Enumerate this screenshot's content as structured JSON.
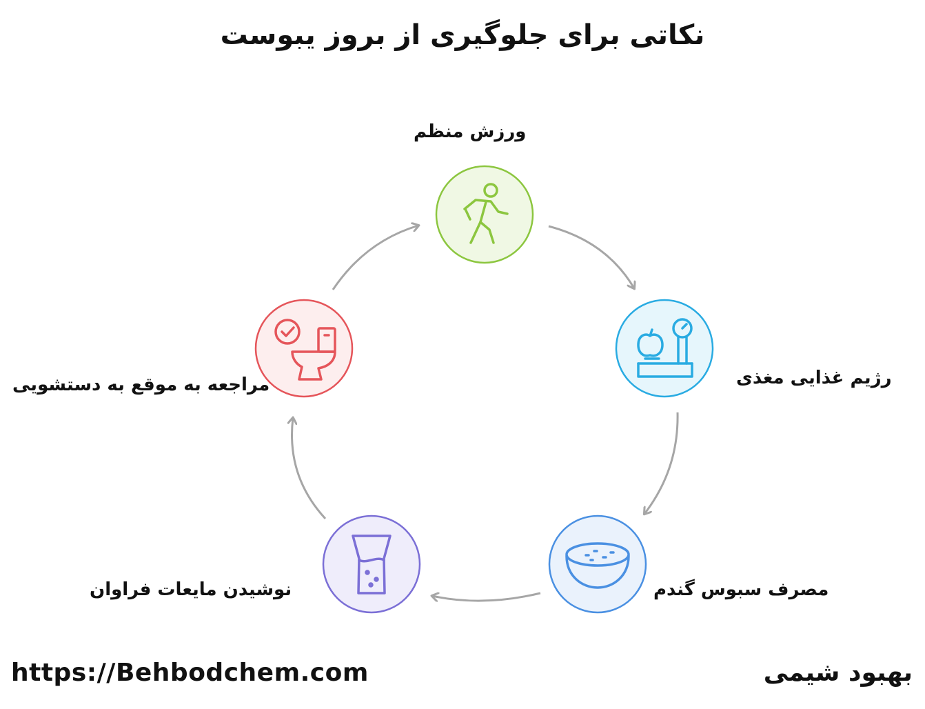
{
  "title": "نکاتی برای جلوگیری از بروز یبوست",
  "nodes": [
    {
      "label": "ورزش منظم",
      "icon": "walking-person-icon",
      "color": "#8cc63f",
      "fill": "#f0f8e4"
    },
    {
      "label": "رژیم غذایی مغذی",
      "icon": "scale-apple-icon",
      "color": "#29abe2",
      "fill": "#e6f6fc"
    },
    {
      "label": "مصرف سبوس گندم",
      "icon": "bowl-icon",
      "color": "#4a90e2",
      "fill": "#eaf2fc"
    },
    {
      "label": "نوشیدن مایعات فراوان",
      "icon": "glass-icon",
      "color": "#7b6fd6",
      "fill": "#efedfb"
    },
    {
      "label": "مراجعه به موقع به دستشویی",
      "icon": "toilet-check-icon",
      "color": "#e5555a",
      "fill": "#fdeeee"
    }
  ],
  "arrow_color": "#a6a6a6",
  "footer": {
    "url": "https://Behbodchem.com",
    "brand": "بهبود شیمی"
  }
}
